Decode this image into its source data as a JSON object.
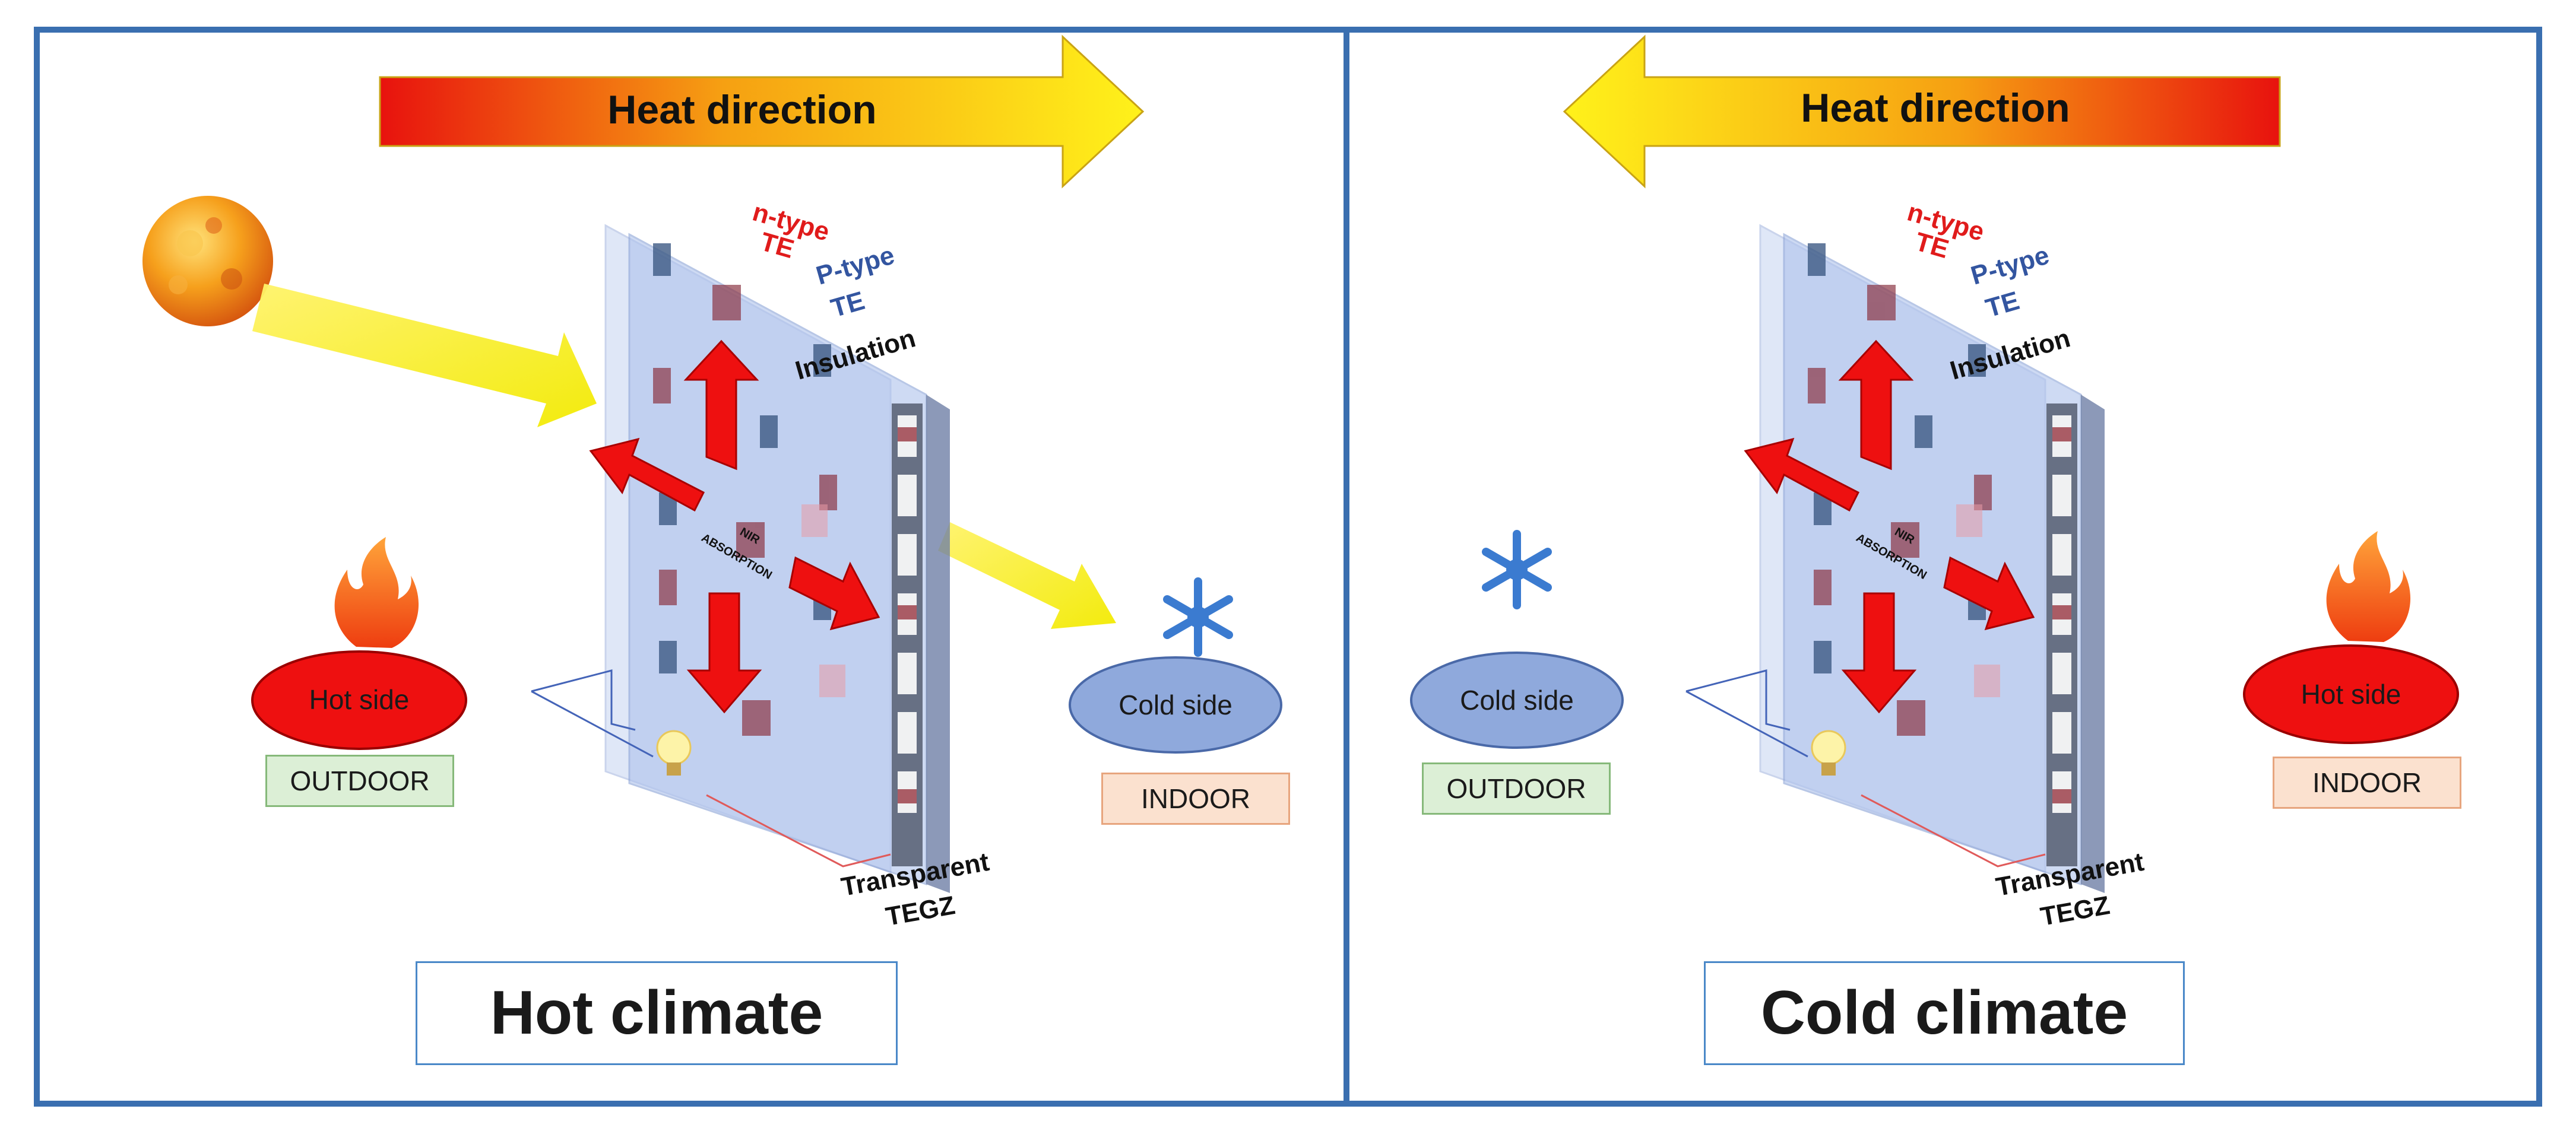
{
  "panels": [
    {
      "heat_label": "Heat direction",
      "layer_labels": {
        "n_type": [
          "n-type",
          "TE"
        ],
        "p_type": [
          "P-type",
          "TE"
        ],
        "insulation": "Insulation",
        "ir": [
          "NIR",
          "ABSORPTION"
        ],
        "tegz": [
          "Transparent",
          "TEGZ"
        ]
      },
      "left_side": {
        "label": "Hot side",
        "place": "OUTDOOR"
      },
      "right_side": {
        "label": "Cold side",
        "place": "INDOOR"
      },
      "climate": "Hot climate"
    },
    {
      "heat_label": "Heat direction",
      "layer_labels": {
        "n_type": [
          "n-type",
          "TE"
        ],
        "p_type": [
          "P-type",
          "TE"
        ],
        "insulation": "Insulation",
        "ir": [
          "NIR",
          "ABSORPTION"
        ],
        "tegz": [
          "Transparent",
          "TEGZ"
        ]
      },
      "left_side": {
        "label": "Cold side",
        "place": "OUTDOOR"
      },
      "right_side": {
        "label": "Hot side",
        "place": "INDOOR"
      },
      "climate": "Cold climate"
    }
  ],
  "colors": {
    "frame": "#3a6fb0",
    "hot": "#e8100c",
    "cold": "#8fa9dc",
    "outdoor_fill": "#dcefd6",
    "indoor_fill": "#fbe1cf",
    "n_type_text": "#e01b1b",
    "p_type_text": "#3355a0",
    "glass": "#b3c6ee"
  },
  "icons": [
    "sun-icon",
    "fire-icon",
    "snowflake-icon",
    "lightbulb-icon",
    "heat-arrow-icon"
  ]
}
